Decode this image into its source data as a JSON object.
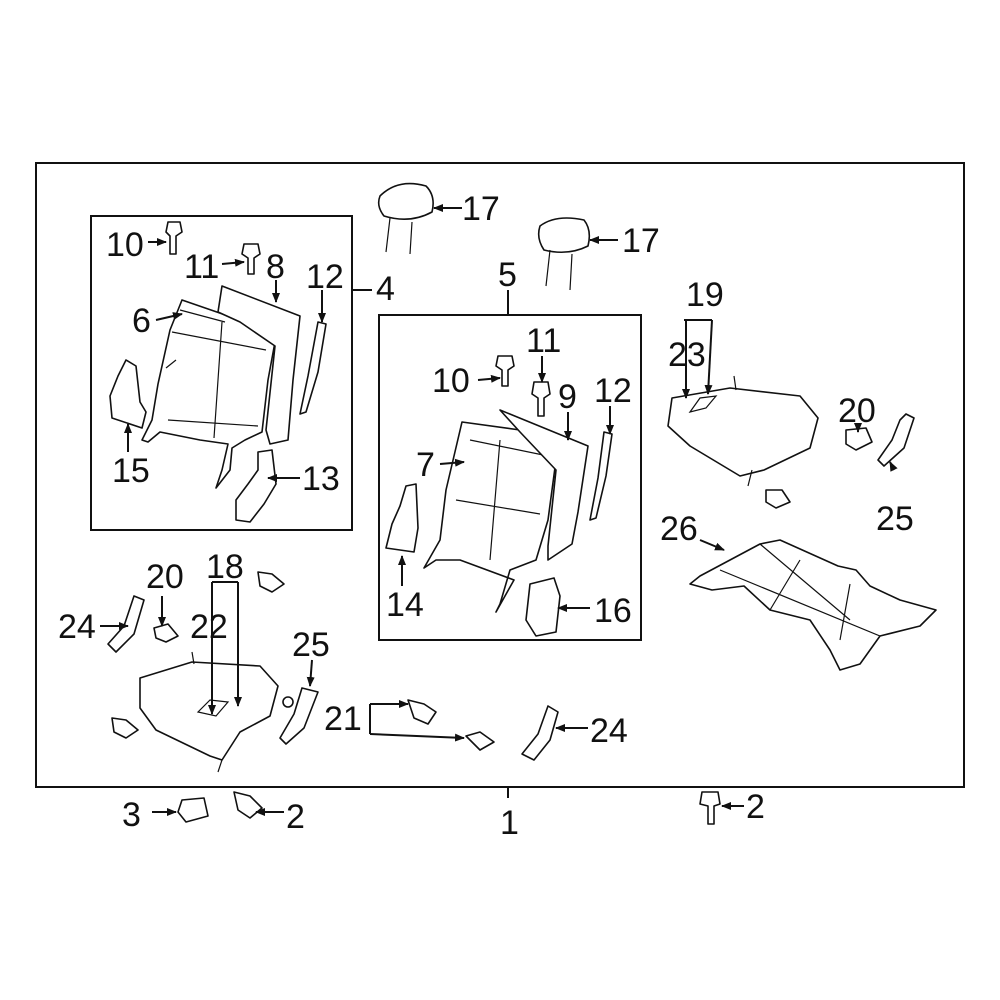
{
  "highlight_color": "#3a5bbf",
  "callouts": {
    "c1": "1",
    "c2a": "2",
    "c2b": "2",
    "c3": "3",
    "c4": "4",
    "c5": "5",
    "c6": "6",
    "c7": "7",
    "c8": "8",
    "c9": "9",
    "c10a": "10",
    "c10b": "10",
    "c11a": "11",
    "c11b": "11",
    "c12a": "12",
    "c12b": "12",
    "c13": "13",
    "c14": "14",
    "c15": "15",
    "c16": "16",
    "c17a": "17",
    "c17b": "17",
    "c18": "18",
    "c19": "19",
    "c20a": "20",
    "c20b": "20",
    "c21": "21",
    "c22": "22",
    "c23": "23",
    "c24a": "24",
    "c24b": "24",
    "c25a": "25",
    "c25b": "25",
    "c26": "26"
  }
}
